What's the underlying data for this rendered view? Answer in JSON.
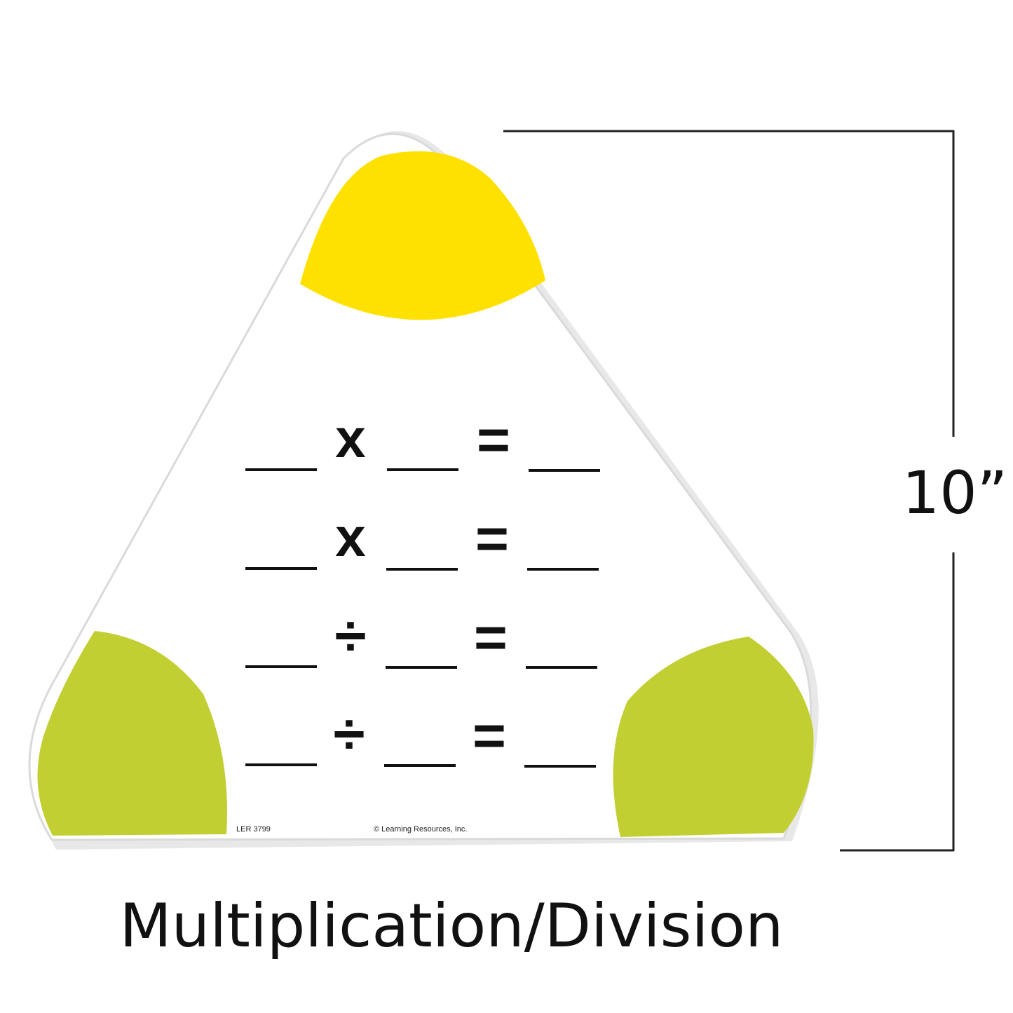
{
  "card": {
    "code": "LER 3799",
    "copyright": "© Learning Resources, Inc.",
    "colors": {
      "top_corner": "#FFE100",
      "bottom_corners": "#C2CF32",
      "card_fill": "#FFFFFF",
      "card_edge": "#E6E6E6"
    },
    "equations": [
      {
        "operator": "x",
        "equals": "="
      },
      {
        "operator": "x",
        "equals": "="
      },
      {
        "operator": "÷",
        "equals": "="
      },
      {
        "operator": "÷",
        "equals": "="
      }
    ]
  },
  "dimension": {
    "label": "10”"
  },
  "caption": "Multiplication/Division"
}
